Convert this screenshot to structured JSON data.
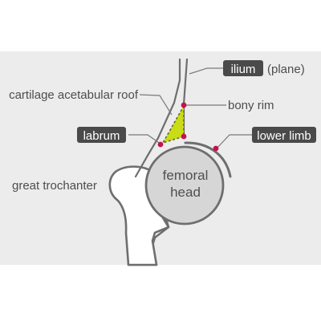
{
  "labels": {
    "ilium": "ilium",
    "ilium_note": "(plane)",
    "cartilage_roof": "cartilage acetabular roof",
    "bony_rim": "bony rim",
    "labrum": "labrum",
    "lower_limb": "lower limb",
    "great_trochanter": "great trochanter",
    "femoral_line1": "femoral",
    "femoral_line2": "head"
  },
  "colors": {
    "panel_background": "#ececec",
    "bone_outline": "#6e6e6e",
    "femoral_head_fill": "#d6d6d6",
    "cartilage_fill": "#c8dc18",
    "marker": "#c4124e",
    "tag_background": "#4a4a4a",
    "text": "#4d4d4d"
  }
}
